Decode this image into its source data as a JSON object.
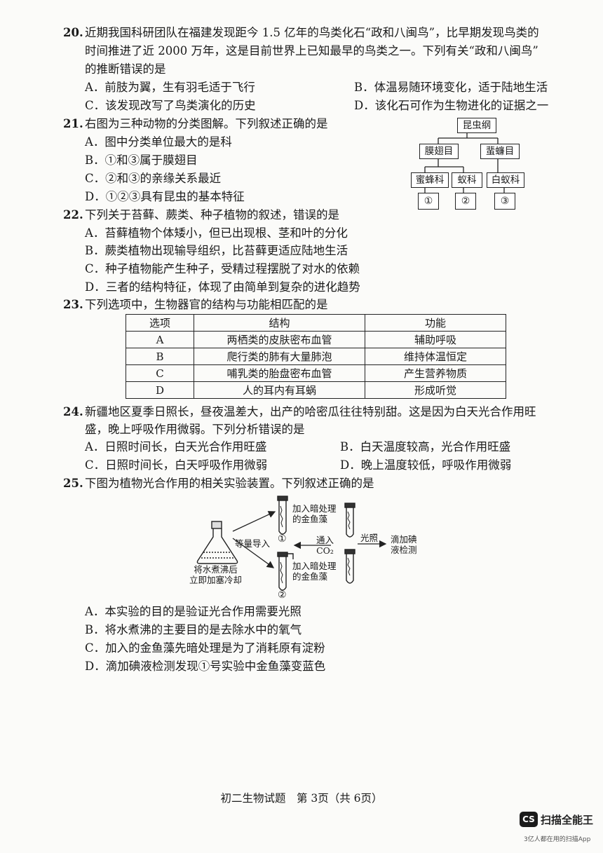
{
  "q20": {
    "number": "20.",
    "lines": [
      "近期我国科研团队在福建发现距今 1.5 亿年的鸟类化石“政和八闽鸟”，比早期发现鸟类的",
      "时间推进了近 2000 万年，这是目前世界上已知最早的鸟类之一。下列有关“政和八闽鸟”",
      "的推断错误的是"
    ],
    "options": [
      "A．前肢为翼，生有羽毛适于飞行",
      "B．体温易随环境变化，适于陆地生活",
      "C．该发现改写了鸟类演化的历史",
      "D．该化石可作为生物进化的证据之一"
    ]
  },
  "q21": {
    "number": "21.",
    "stem": "右图为三种动物的分类图解。下列叙述正确的是",
    "options": [
      "A．图中分类单位最大的是科",
      "B．①和③属于膜翅目",
      "C．②和③的亲缘关系最近",
      "D．①②③具有昆虫的基本特征"
    ],
    "tree": {
      "root": "昆虫纲",
      "orders": [
        "膜翅目",
        "蜚蠊目"
      ],
      "families": [
        "蜜蜂科",
        "蚁科",
        "白蚁科"
      ],
      "nums": [
        "①",
        "②",
        "③"
      ]
    }
  },
  "q22": {
    "number": "22.",
    "stem": "下列关于苔藓、蕨类、种子植物的叙述，错误的是",
    "options": [
      "A．苔藓植物个体矮小，但已出现根、茎和叶的分化",
      "B．蕨类植物出现输导组织，比苔藓更适应陆地生活",
      "C．种子植物能产生种子，受精过程摆脱了对水的依赖",
      "D．三者的结构特征，体现了由简单到复杂的进化趋势"
    ]
  },
  "q23": {
    "number": "23.",
    "stem": "下列选项中，生物器官的结构与功能相匹配的是",
    "headers": [
      "选项",
      "结构",
      "功能"
    ],
    "rows": [
      [
        "A",
        "两栖类的皮肤密布血管",
        "辅助呼吸"
      ],
      [
        "B",
        "爬行类的肺有大量肺泡",
        "维持体温恒定"
      ],
      [
        "C",
        "哺乳类的胎盘密布血管",
        "产生营养物质"
      ],
      [
        "D",
        "人的耳内有耳蜗",
        "形成听觉"
      ]
    ]
  },
  "q24": {
    "number": "24.",
    "lines": [
      "新疆地区夏季日照长，昼夜温差大，出产的哈密瓜往往特别甜。这是因为白天光合作用旺",
      "盛，晚上呼吸作用微弱。下列分析错误的是"
    ],
    "options": [
      "A．日照时间长，白天光合作用旺盛",
      "B．白天温度较高，光合作用旺盛",
      "C．日照时间长，白天呼吸作用微弱",
      "D．晚上温度较低，呼吸作用微弱"
    ]
  },
  "q25": {
    "number": "25.",
    "stem": "下图为植物光合作用的相关实验装置。下列叙述正确的是",
    "diagram": {
      "flask_label": [
        "将水煮沸后",
        "立即加塞冷却"
      ],
      "split_label": "等量导入",
      "tube1_label": [
        "加入暗处理",
        "的金鱼藻"
      ],
      "tube2_label": [
        "加入暗处理",
        "的金鱼藻"
      ],
      "co2_label": [
        "通入",
        "CO₂"
      ],
      "light_label": "光照",
      "iodine_label": [
        "滴加碘",
        "液检测"
      ],
      "num1": "①",
      "num2": "②"
    },
    "options": [
      "A．本实验的目的是验证光合作用需要光照",
      "B．将水煮沸的主要目的是去除水中的氧气",
      "C．加入的金鱼藻先暗处理是为了消耗原有淀粉",
      "D．滴加碘液检测发现①号实验中金鱼藻变蓝色"
    ]
  },
  "footer": "初二生物试题　第 3页（共 6页）",
  "watermark": {
    "logo": "CS",
    "name": "扫描全能王",
    "sub": "3亿人都在用的扫描App"
  }
}
